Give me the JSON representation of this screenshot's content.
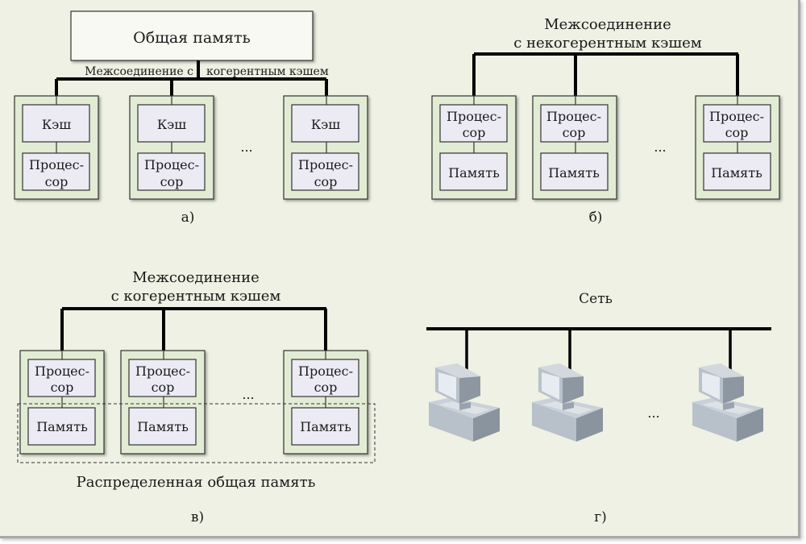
{
  "colors": {
    "background": "#eef1e3",
    "node_fill": "#e2ebd4",
    "inner_fill": "#ecebf4",
    "border": "#333333",
    "bus": "#000000",
    "shared_memory_fill": "#f8f9f3"
  },
  "panels": {
    "a": {
      "caption": "а)",
      "shared_memory": "Общая память",
      "interconnect_left": "Межсоединение с",
      "interconnect_right": "когерентным кэшем",
      "nodes": [
        {
          "top": "Кэш",
          "bottom_line1": "Процес-",
          "bottom_line2": "сор"
        },
        {
          "top": "Кэш",
          "bottom_line1": "Процес-",
          "bottom_line2": "сор"
        },
        {
          "top": "Кэш",
          "bottom_line1": "Процес-",
          "bottom_line2": "сор"
        }
      ],
      "ellipsis": "..."
    },
    "b": {
      "caption": "б)",
      "interconnect_line1": "Межсоединение",
      "interconnect_line2": "с некогерентным кэшем",
      "nodes": [
        {
          "top_line1": "Процес-",
          "top_line2": "сор",
          "bottom": "Память"
        },
        {
          "top_line1": "Процес-",
          "top_line2": "сор",
          "bottom": "Память"
        },
        {
          "top_line1": "Процес-",
          "top_line2": "сор",
          "bottom": "Память"
        }
      ],
      "ellipsis": "..."
    },
    "c": {
      "caption": "в)",
      "interconnect_line1": "Межсоединение",
      "interconnect_line2": "с когерентным кэшем",
      "distributed_label": "Распределенная общая память",
      "nodes": [
        {
          "top_line1": "Процес-",
          "top_line2": "сор",
          "bottom": "Память"
        },
        {
          "top_line1": "Процес-",
          "top_line2": "сор",
          "bottom": "Память"
        },
        {
          "top_line1": "Процес-",
          "top_line2": "сор",
          "bottom": "Память"
        }
      ],
      "ellipsis": "..."
    },
    "d": {
      "caption": "г)",
      "network_label": "Сеть",
      "computers": [
        "computer",
        "computer",
        "computer"
      ],
      "ellipsis": "..."
    }
  }
}
